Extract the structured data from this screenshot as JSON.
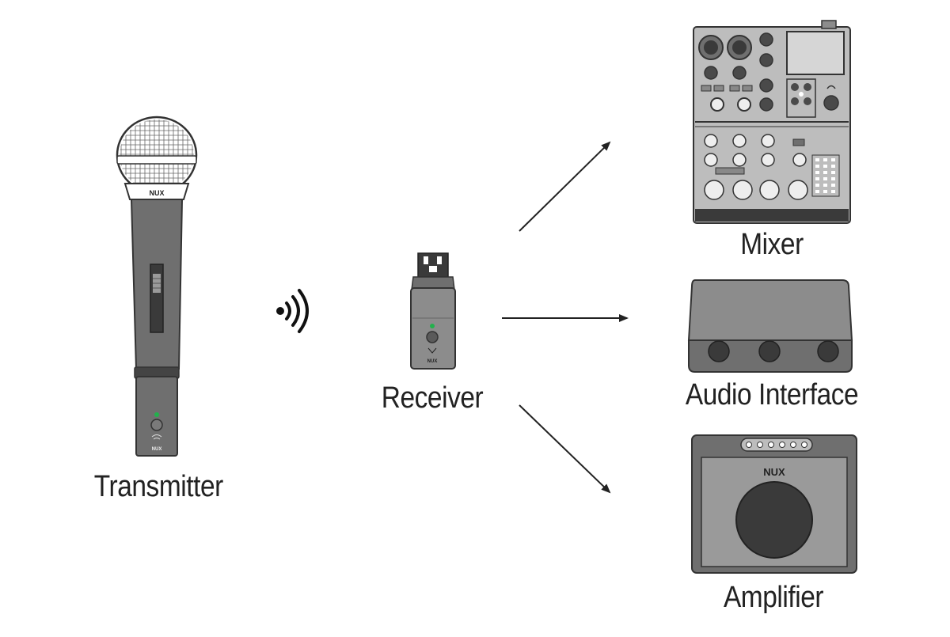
{
  "labels": {
    "transmitter": "Transmitter",
    "receiver": "Receiver",
    "mixer": "Mixer",
    "audio_interface": "Audio Interface",
    "amplifier": "Amplifier"
  },
  "brand": {
    "logo_text": "NUX"
  },
  "colors": {
    "device_dark": "#6f6f6f",
    "device_mid": "#8c8c8c",
    "device_light": "#bdbdbd",
    "outline": "#333333",
    "led_green": "#22b14c",
    "arrow": "#222222",
    "text": "#222222"
  },
  "icons": {
    "wireless_signal": "wireless-signal-icon"
  }
}
